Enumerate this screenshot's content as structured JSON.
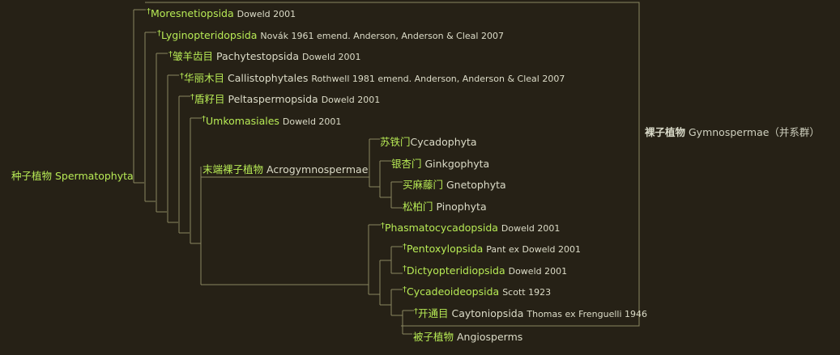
{
  "dagger": "†",
  "root": {
    "zh": "种子植物",
    "sci": "Spermatophyta"
  },
  "gymnosperm_bracket": {
    "zh": "裸子植物",
    "sci": "Gymnospermae",
    "note": "（并系群）"
  },
  "taxa": {
    "moresnetiopsida": {
      "sci": "Moresnetiopsida",
      "author": "Doweld 2001"
    },
    "lyginopteridopsida": {
      "sci": "Lyginopteridopsida",
      "author": "Novák 1961 emend. Anderson, Anderson & Cleal 2007"
    },
    "pachytestopsida": {
      "zh": "皱羊齿目",
      "sci": "Pachytestopsida",
      "author": "Doweld 2001"
    },
    "callistophytales": {
      "zh": "华丽木目",
      "sci": "Callistophytales",
      "author": "Rothwell 1981 emend. Anderson, Anderson & Cleal 2007"
    },
    "peltaspermopsida": {
      "zh": "盾籽目",
      "sci": "Peltaspermopsida",
      "author": "Doweld 2001"
    },
    "umkomasiales": {
      "sci": "Umkomasiales",
      "author": "Doweld 2001"
    },
    "acrogymnospermae": {
      "zh": "末端裸子植物",
      "sci": "Acrogymnospermae"
    },
    "cycadophyta": {
      "zh": "苏铁门",
      "sci": "Cycadophyta"
    },
    "ginkgophyta": {
      "zh": "银杏门",
      "sci": "Ginkgophyta"
    },
    "gnetophyta": {
      "zh": "买麻藤门",
      "sci": "Gnetophyta"
    },
    "pinophyta": {
      "zh": "松柏门",
      "sci": "Pinophyta"
    },
    "phasmatocycadopsida": {
      "sci": "Phasmatocycadopsida",
      "author": "Doweld 2001"
    },
    "pentoxylopsida": {
      "sci": "Pentoxylopsida",
      "author": "Pant ex Doweld 2001"
    },
    "dictyopteridiopsida": {
      "sci": "Dictyopteridiopsida",
      "author": "Doweld 2001"
    },
    "cycadeoideopsida": {
      "sci": "Cycadeoideopsida",
      "author": "Scott 1923"
    },
    "caytoniopsida": {
      "zh": "开通目",
      "sci": "Caytoniopsida",
      "author": "Thomas ex Frenguelli 1946"
    },
    "angiosperms": {
      "zh": "被子植物",
      "sci": "Angiosperms"
    }
  },
  "colors": {
    "background": "#262116",
    "line": "#8a8660",
    "link": "#b7ea55",
    "text": "#dcdcc8"
  }
}
